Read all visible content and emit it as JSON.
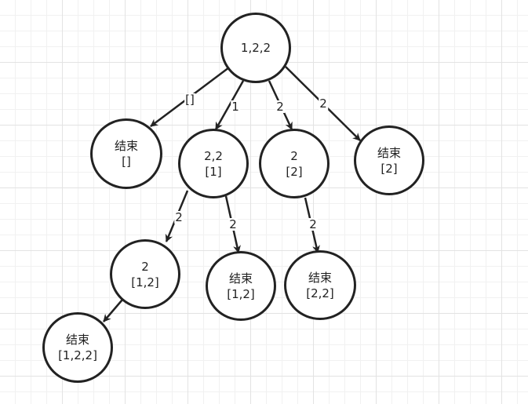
{
  "nodes": {
    "root": {
      "line1": "1,2,2",
      "line2": ""
    },
    "end_a": {
      "line1": "结束",
      "line2": "[]"
    },
    "n22": {
      "line1": "2,2",
      "line2": "[1]"
    },
    "n2a": {
      "line1": "2",
      "line2": "[2]"
    },
    "end_b": {
      "line1": "结束",
      "line2": "[2]"
    },
    "n2b": {
      "line1": "2",
      "line2": "[1,2]"
    },
    "end_c": {
      "line1": "结束",
      "line2": "[1,2]"
    },
    "end_d": {
      "line1": "结束",
      "line2": "[2,2]"
    },
    "end_e": {
      "line1": "结束",
      "line2": "[1,2,2]"
    }
  },
  "edges": [
    {
      "from": "root",
      "to": "end_a",
      "label": "[]"
    },
    {
      "from": "root",
      "to": "n22",
      "label": "1"
    },
    {
      "from": "root",
      "to": "n2a",
      "label": "2"
    },
    {
      "from": "root",
      "to": "end_b",
      "label": "2"
    },
    {
      "from": "n22",
      "to": "n2b",
      "label": "2"
    },
    {
      "from": "n22",
      "to": "end_c",
      "label": "2"
    },
    {
      "from": "n2a",
      "to": "end_d",
      "label": "2"
    },
    {
      "from": "n2b",
      "to": "end_e",
      "label": ""
    }
  ]
}
